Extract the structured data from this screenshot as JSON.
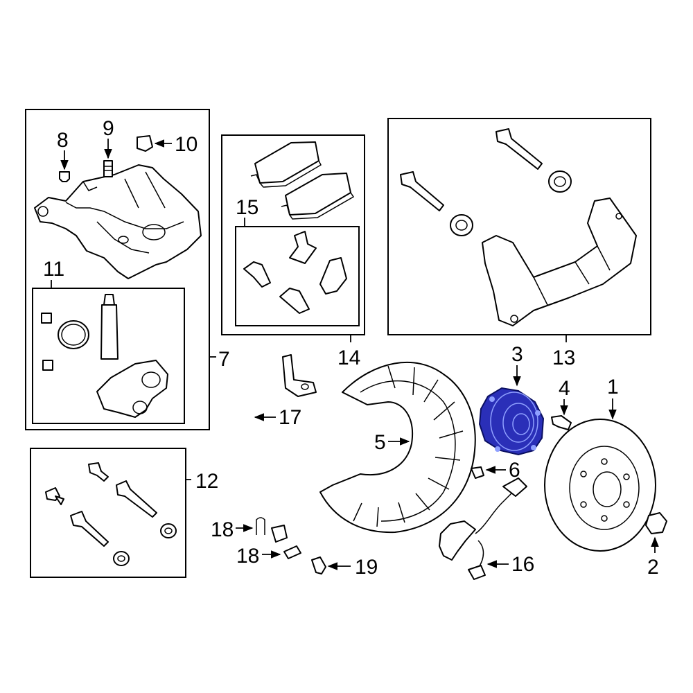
{
  "callouts": {
    "c1": "1",
    "c2": "2",
    "c3": "3",
    "c4": "4",
    "c5": "5",
    "c6": "6",
    "c7": "7",
    "c8": "8",
    "c9": "9",
    "c10": "10",
    "c11": "11",
    "c12": "12",
    "c13": "13",
    "c14": "14",
    "c15": "15",
    "c16": "16",
    "c17": "17",
    "c18a": "18",
    "c18b": "18",
    "c19": "19"
  },
  "highlight": {
    "part": "3",
    "color": "#2a2fb8"
  }
}
